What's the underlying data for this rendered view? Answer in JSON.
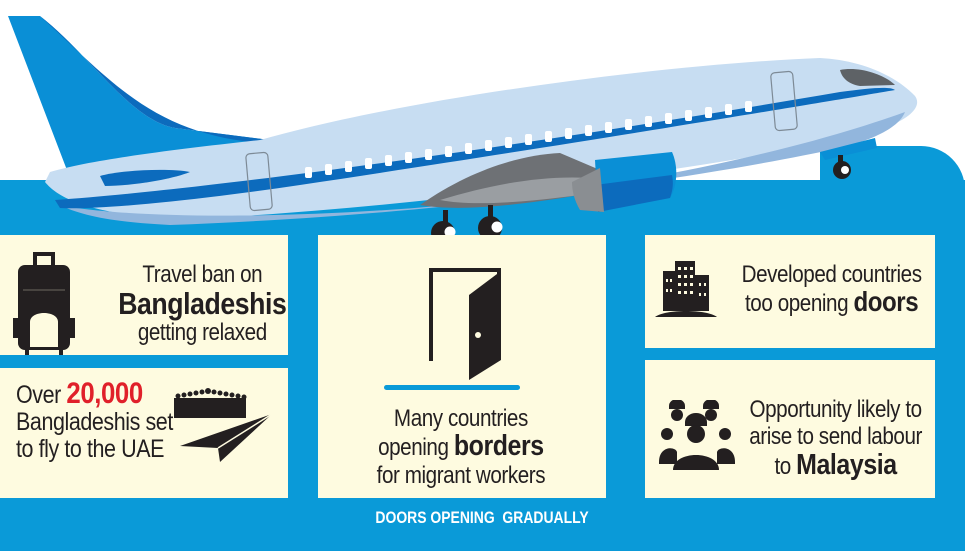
{
  "infographic": {
    "footer_title": "DOORS OPENING  GRADUALLY",
    "colors": {
      "background_blue": "#0a9ad8",
      "panel_cream": "#fefbe0",
      "text_dark": "#231f20",
      "highlight_red": "#e0202a",
      "plane_body": "#c7ddf2",
      "plane_stripe": "#0c6bbd"
    },
    "panels": [
      {
        "id": "travel-ban",
        "icon": "luggage-icon",
        "line1": "Travel ban on",
        "line2_bold": "Bangladeshis",
        "line3": "getting relaxed"
      },
      {
        "id": "uae-workers",
        "icon": "crowd-paper-plane-icon",
        "line1_prefix": "Over ",
        "line1_highlight": "20,000",
        "line2": "Bangladeshis set",
        "line3": "to fly to the UAE"
      },
      {
        "id": "open-borders",
        "icon": "open-door-icon",
        "line1": "Many countries",
        "line2_prefix": "opening ",
        "line2_bold": "borders",
        "line3": "for migrant workers"
      },
      {
        "id": "developed-countries",
        "icon": "buildings-icon",
        "line1": "Developed countries",
        "line2_prefix": "too opening ",
        "line2_bold": "doors"
      },
      {
        "id": "malaysia",
        "icon": "workers-hardhat-icon",
        "line1": "Opportunity likely to",
        "line2": "arise to send labour",
        "line3_prefix": "to ",
        "line3_bold": "Malaysia"
      }
    ]
  }
}
